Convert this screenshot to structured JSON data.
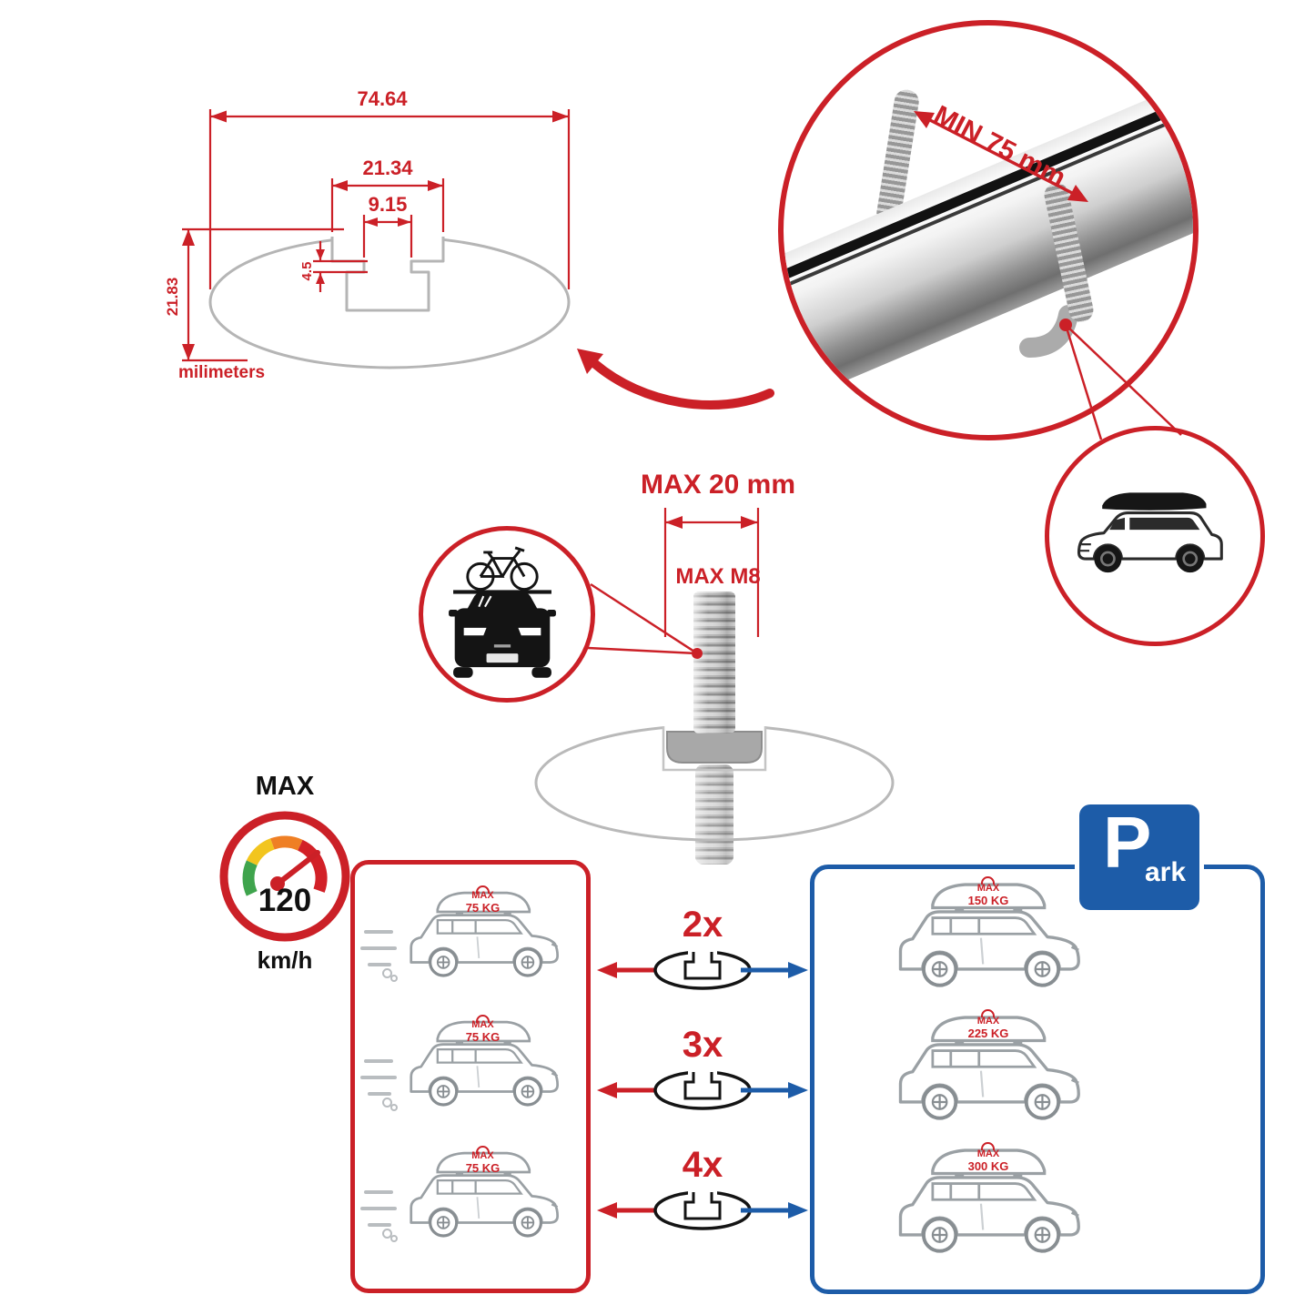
{
  "colors": {
    "accent_red": "#cb2027",
    "accent_blue": "#1d5ca8"
  },
  "cross_section_drawing": {
    "dim_total_width": "74.64",
    "dim_channel_width": "21.34",
    "dim_slot_width": "9.15",
    "dim_lip_depth": "4.5",
    "dim_total_height": "21.83",
    "units_label": "milimeters"
  },
  "bar_photo": {
    "clamp_dim_label": "MIN 75 mm"
  },
  "bolt_diagram": {
    "dim_label": "MAX 20 mm",
    "thread_label": "MAX M8"
  },
  "speed_limit": {
    "title": "MAX",
    "value": "120",
    "unit": "km/h"
  },
  "driving_panel": {
    "cars": [
      {
        "load_label": "MAX",
        "load_value": "75 KG"
      },
      {
        "load_label": "MAX",
        "load_value": "75 KG"
      },
      {
        "load_label": "MAX",
        "load_value": "75 KG"
      }
    ]
  },
  "bar_quantities": [
    {
      "label": "2x"
    },
    {
      "label": "3x"
    },
    {
      "label": "4x"
    }
  ],
  "parked_panel": {
    "sign_main": "P",
    "sign_rest": "ark",
    "cars": [
      {
        "load_label": "MAX",
        "load_value": "150 KG"
      },
      {
        "load_label": "MAX",
        "load_value": "225 KG"
      },
      {
        "load_label": "MAX",
        "load_value": "300 KG"
      }
    ]
  }
}
